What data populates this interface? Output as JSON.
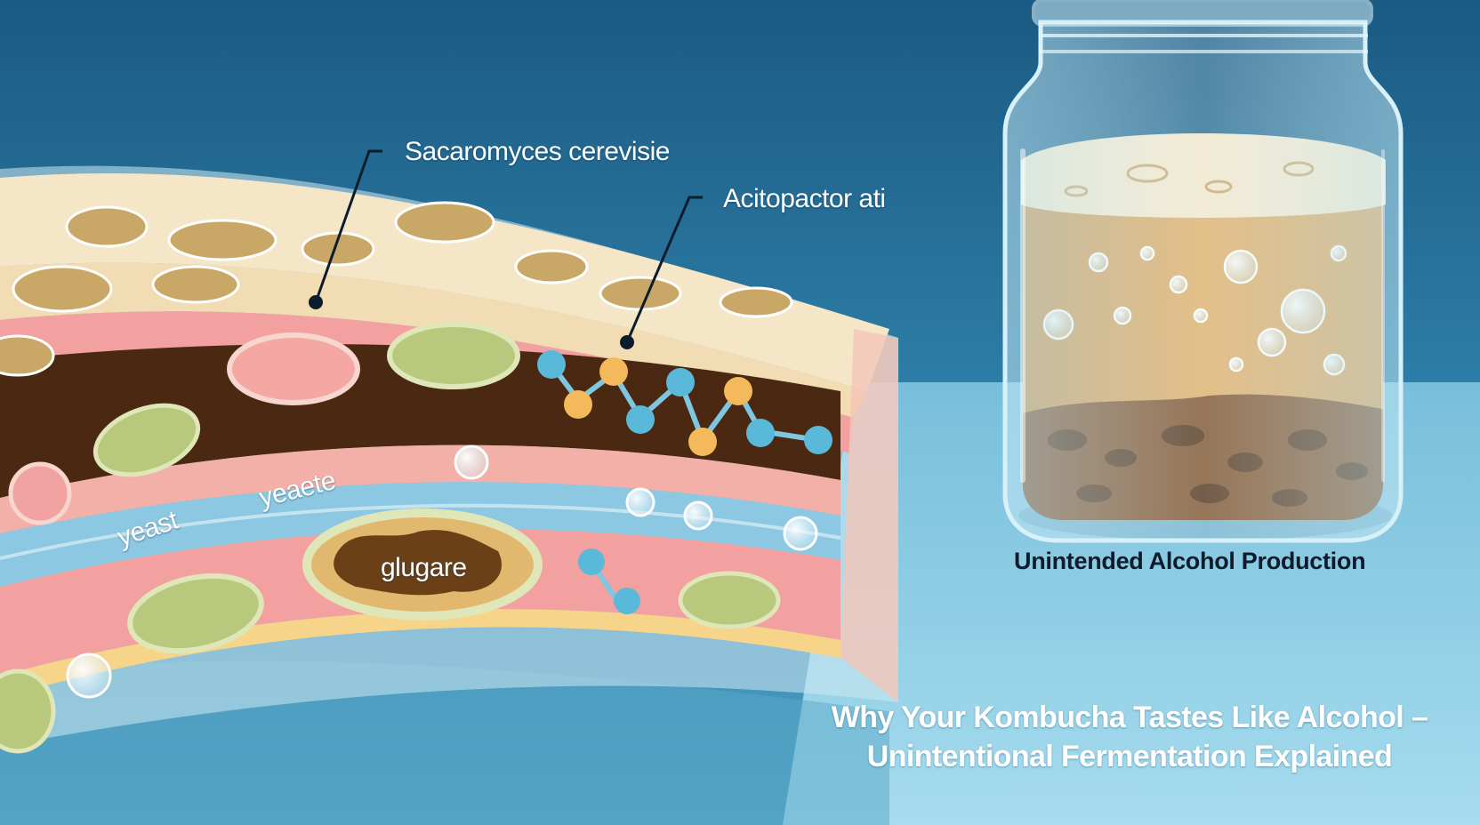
{
  "labels": {
    "callout_1": "Sacaromyces cerevisie",
    "callout_2": "Acitopactor ati",
    "band_label_1": "yeast",
    "band_label_2": "yeaete",
    "cell_label": "glugare",
    "jar_caption": "Unintended Alcohol Production"
  },
  "headline": {
    "line_1": "Why Your Kombucha Tastes Like Alcohol –",
    "line_2": "Unintentional Fermentation Explained"
  },
  "colors": {
    "background_dark": "#1c5d86",
    "background_light": "#8fd0e6",
    "liquid": "#d9a55a",
    "sediment": "#7a4a22",
    "biofilm": "#f6e6c8",
    "dark_layer": "#4a2812",
    "pink_layer": "#f3a1a0",
    "blue_band": "#8cc8e2",
    "green_cell": "#b8c97e",
    "molecule_blue": "#5ab8d8",
    "molecule_orange": "#f3b95a"
  }
}
